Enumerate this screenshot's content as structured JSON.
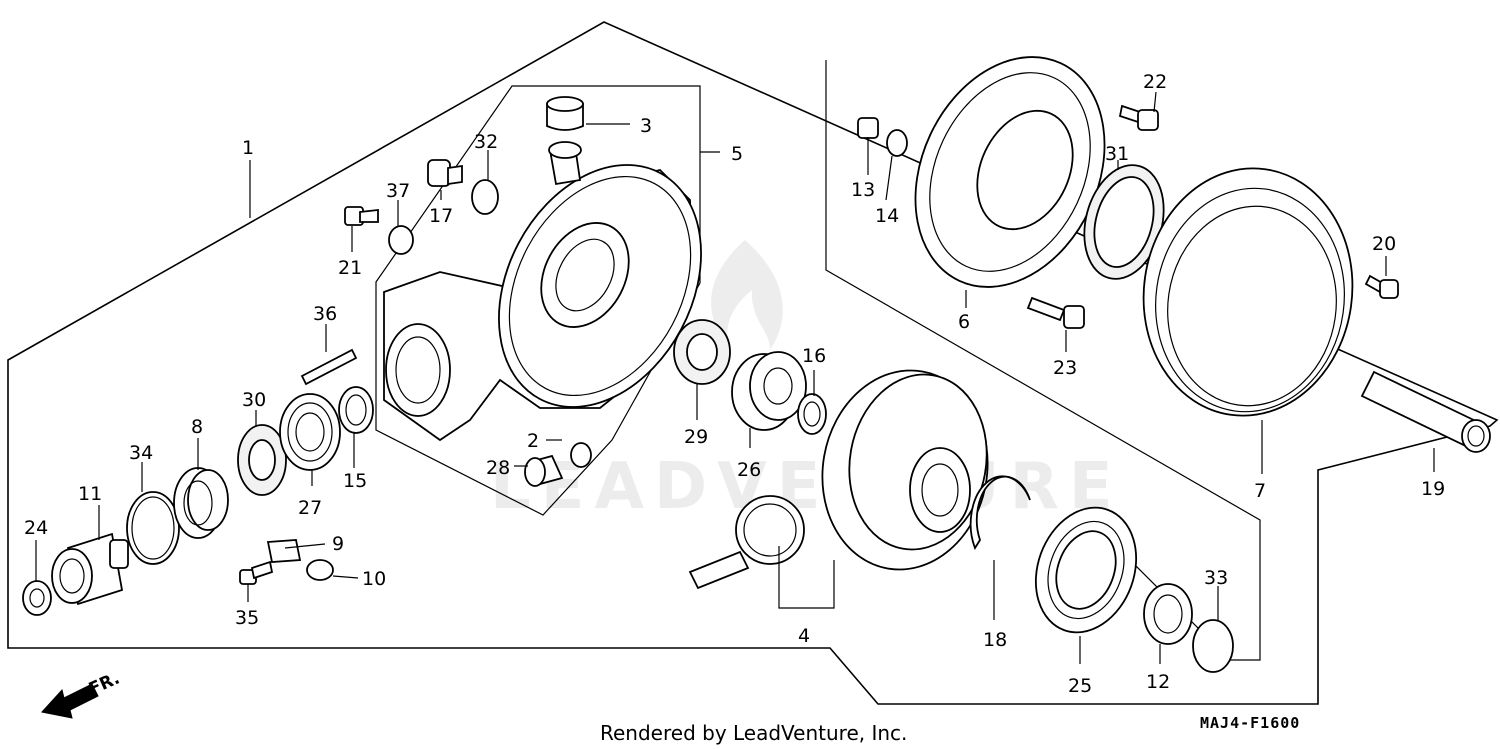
{
  "diagram": {
    "callouts": [
      "1",
      "2",
      "3",
      "4",
      "5",
      "6",
      "7",
      "8",
      "9",
      "10",
      "11",
      "12",
      "13",
      "14",
      "15",
      "16",
      "17",
      "18",
      "19",
      "20",
      "21",
      "22",
      "23",
      "24",
      "25",
      "26",
      "27",
      "28",
      "29",
      "30",
      "31",
      "32",
      "33",
      "34",
      "35",
      "36",
      "37"
    ],
    "direction_label": "FR.",
    "watermark": "LEADVENTURE",
    "footer_credit": "Rendered by LeadVenture, Inc.",
    "diagram_code": "MAJ4-F1600"
  }
}
